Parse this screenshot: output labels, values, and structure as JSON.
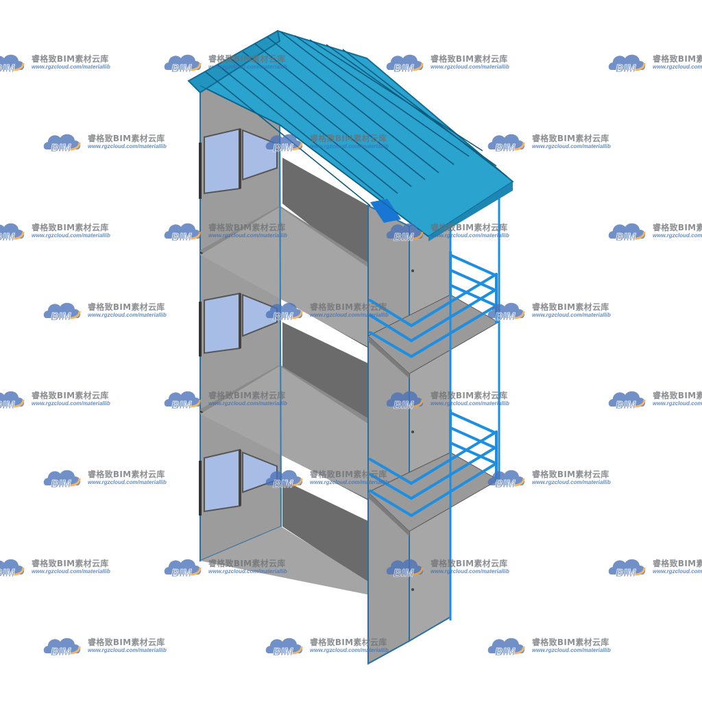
{
  "watermark": {
    "logo_text": "BIM",
    "brand_text": "睿格致BIM素材云库",
    "url_text": "www.rgzcloud.com/materiallib",
    "logo_color": "#4a72b8",
    "accent_color": "#f0a23c"
  },
  "model": {
    "subject": "three-storey building facade with pitched roof and balconies",
    "roof_color": "#2aa3cf",
    "wall_color": "#9a9a9a",
    "wall_dark_color": "#6e6e6e",
    "glass_color": "#a9bde6",
    "railing_color": "#1e8fe0"
  }
}
